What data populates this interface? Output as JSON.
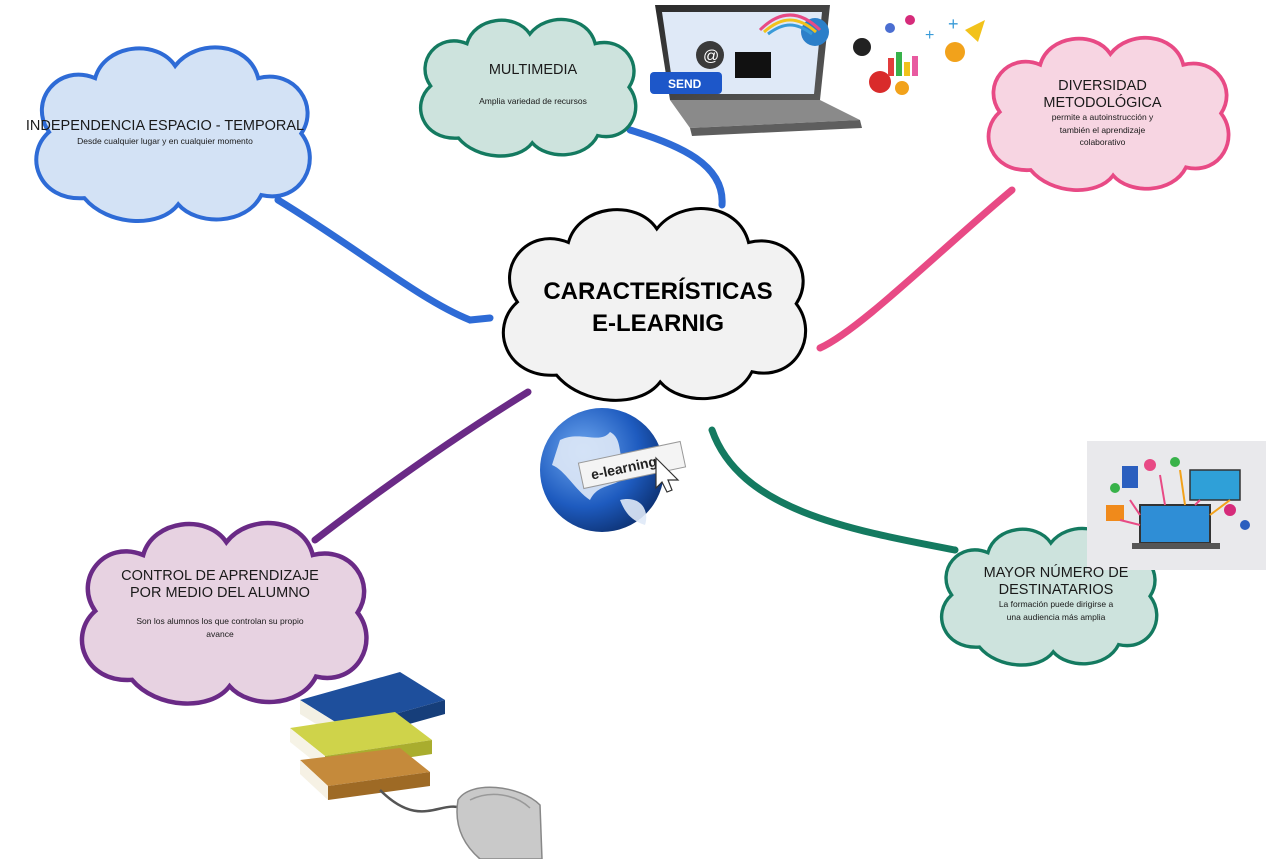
{
  "central": {
    "line1": "CARACTERÍSTICAS",
    "line2": "E-LEARNIG"
  },
  "nodes": {
    "independencia": {
      "title": "INDEPENDENCIA ESPACIO - TEMPORAL",
      "desc": "Desde cualquier lugar y en cualquier momento",
      "color": "#2e6bd6",
      "fill": "#d3e2f5"
    },
    "multimedia": {
      "title": "MULTIMEDIA",
      "desc": "Amplia variedad de recursos",
      "color": "#147a60",
      "fill": "#cde3dd"
    },
    "diversidad": {
      "title_line1": "DIVERSIDAD",
      "title_line2": "METODOLÓGICA",
      "desc_line1": "permite a autoinstrucción y",
      "desc_line2": "también el aprendizaje",
      "desc_line3": "colaborativo",
      "color": "#e84a85",
      "fill": "#f7d5e2"
    },
    "control": {
      "title_line1": "CONTROL DE APRENDIZAJE",
      "title_line2": "POR MEDIO DEL ALUMNO",
      "desc_line1": "Son los alumnos los que controlan su propio",
      "desc_line2": "avance",
      "color": "#6a2a86",
      "fill": "#e7d2e1"
    },
    "destinatarios": {
      "title_line1": "MAYOR NÚMERO DE",
      "title_line2": "DESTINATARIOS",
      "desc_line1": "La formación puede dirigirse a",
      "desc_line2": "una audiencia más amplia",
      "color": "#147a60",
      "fill": "#cde3dd"
    }
  },
  "images": {
    "globe_label": "e-learning",
    "laptop_send_label": "SEND"
  }
}
